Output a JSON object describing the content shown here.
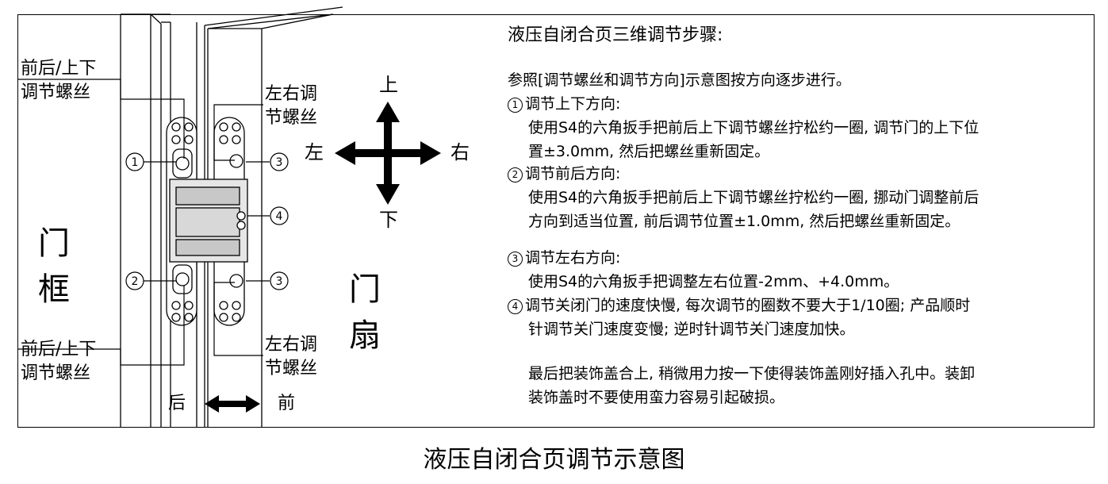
{
  "labels": {
    "fb_ud_top": "前后/上下\n调节螺丝",
    "fb_ud_bottom": "前后/上下\n调节螺丝",
    "lr_top": "左右调\n节螺丝",
    "lr_bottom": "左右调\n节螺丝",
    "door_frame": "门\n框",
    "door_leaf": "门\n扇",
    "back": "后",
    "front": "前",
    "up": "上",
    "down": "下",
    "left": "左",
    "right": "右"
  },
  "callouts": [
    "1",
    "2",
    "3",
    "4",
    "3"
  ],
  "instructions": {
    "title": "液压自闭合页三维调节步骤:",
    "intro": "参照[调节螺丝和调节方向]示意图按方向逐步进行。",
    "step1_num": "1",
    "step1_title": "调节上下方向:",
    "step1_line1": "使用S4的六角扳手把前后上下调节螺丝拧松约一圈, 调节门的上下位",
    "step1_line2": "置±3.0mm, 然后把螺丝重新固定。",
    "step2_num": "2",
    "step2_title": "调节前后方向:",
    "step2_line1": "使用S4的六角扳手把前后上下调节螺丝拧松约一圈, 挪动门调整前后",
    "step2_line2": "方向到适当位置, 前后调节位置±1.0mm, 然后把螺丝重新固定。",
    "step3_num": "3",
    "step3_title": "调节左右方向:",
    "step3_line1": "使用S4的六角扳手把调整左右位置-2mm、+4.0mm。",
    "step4_num": "4",
    "step4_line1": "调节关闭门的速度快慢, 每次调节的圈数不要大于1/10圈; 产品顺时",
    "step4_line2": "针调节关门速度变慢; 逆时针调节关门速度加快。",
    "final_line1": "最后把装饰盖合上, 稍微用力按一下使得装饰盖刚好插入孔中。装卸",
    "final_line2": "装饰盖时不要使用蛮力容易引起破损。"
  },
  "caption": "液压自闭合页调节示意图"
}
